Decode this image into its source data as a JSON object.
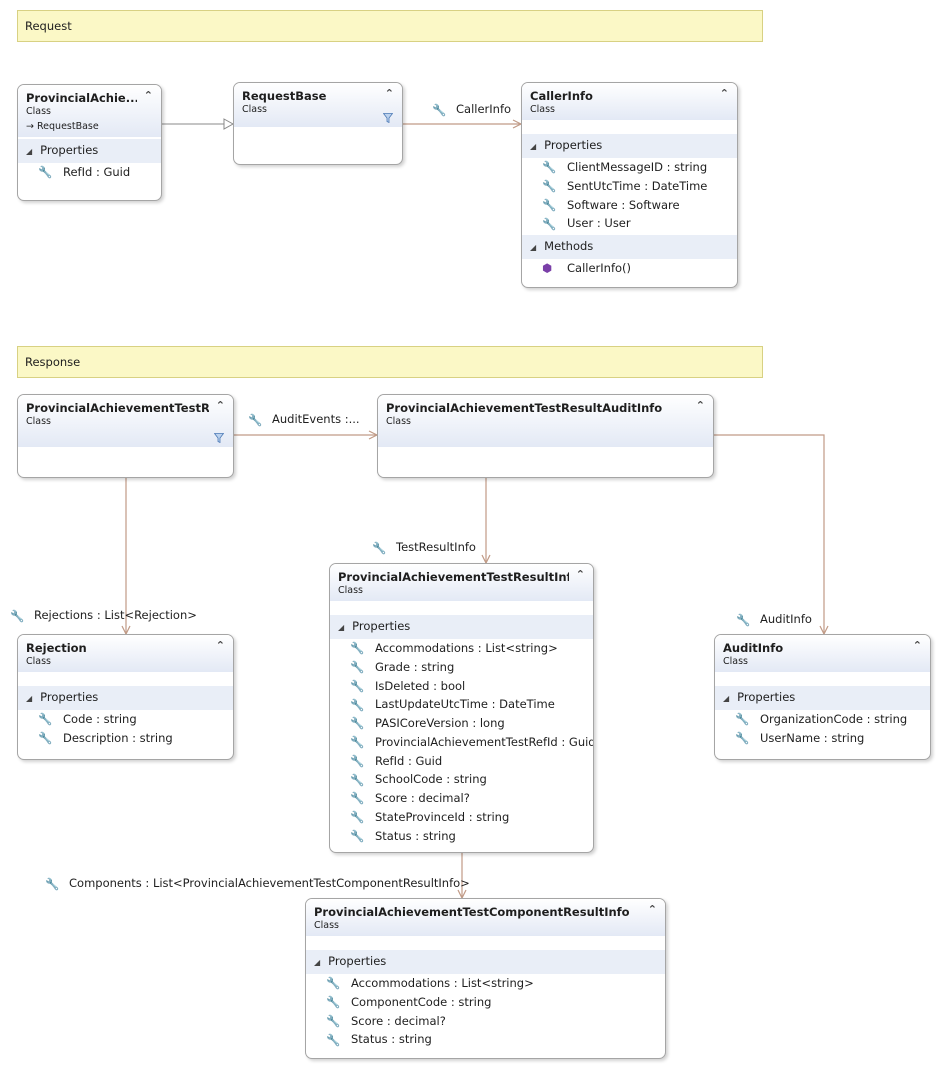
{
  "sections": {
    "request": "Request",
    "response": "Response"
  },
  "classes": {
    "pat_request": {
      "name": "ProvincialAchie...",
      "stereotype": "Class",
      "base": "RequestBase",
      "section": "Properties",
      "props": [
        "RefId : Guid"
      ]
    },
    "request_base": {
      "name": "RequestBase",
      "stereotype": "Class"
    },
    "caller_info": {
      "name": "CallerInfo",
      "stereotype": "Class",
      "section": "Properties",
      "props": [
        "ClientMessageID : string",
        "SentUtcTime : DateTime",
        "Software : Software",
        "User : User"
      ],
      "methods_section": "Methods",
      "methods": [
        "CallerInfo()"
      ]
    },
    "pat_response": {
      "name": "ProvincialAchievementTestR...",
      "stereotype": "Class"
    },
    "audit_info_parent": {
      "name": "ProvincialAchievementTestResultAuditInfo",
      "stereotype": "Class"
    },
    "result_info": {
      "name": "ProvincialAchievementTestResultInfo",
      "stereotype": "Class",
      "section": "Properties",
      "props": [
        "Accommodations : List<string>",
        "Grade : string",
        "IsDeleted : bool",
        "LastUpdateUtcTime : DateTime",
        "PASICoreVersion : long",
        "ProvincialAchievementTestRefId : Guid",
        "RefId : Guid",
        "SchoolCode : string",
        "Score : decimal?",
        "StateProvinceId : string",
        "Status : string"
      ]
    },
    "rejection": {
      "name": "Rejection",
      "stereotype": "Class",
      "section": "Properties",
      "props": [
        "Code : string",
        "Description : string"
      ]
    },
    "audit_info": {
      "name": "AuditInfo",
      "stereotype": "Class",
      "section": "Properties",
      "props": [
        "OrganizationCode : string",
        "UserName : string"
      ]
    },
    "component_info": {
      "name": "ProvincialAchievementTestComponentResultInfo",
      "stereotype": "Class",
      "section": "Properties",
      "props": [
        "Accommodations : List<string>",
        "ComponentCode : string",
        "Score : decimal?",
        "Status : string"
      ]
    }
  },
  "associations": {
    "caller_info": "CallerInfo",
    "audit_events": "AuditEvents :...",
    "test_result_info": "TestResultInfo",
    "rejections": "Rejections : List<Rejection>",
    "audit_info": "AuditInfo",
    "components": "Components : List<ProvincialAchievementTestComponentResultInfo>"
  },
  "colors": {
    "connector": "#c09a86",
    "inherit": "#8a8a8a",
    "comment_bg": "#fbf8c6"
  },
  "icons": {
    "property": "wrench-icon",
    "method": "method-cube-icon",
    "collapse": "chevron-up-icon",
    "filter": "filter-icon"
  }
}
